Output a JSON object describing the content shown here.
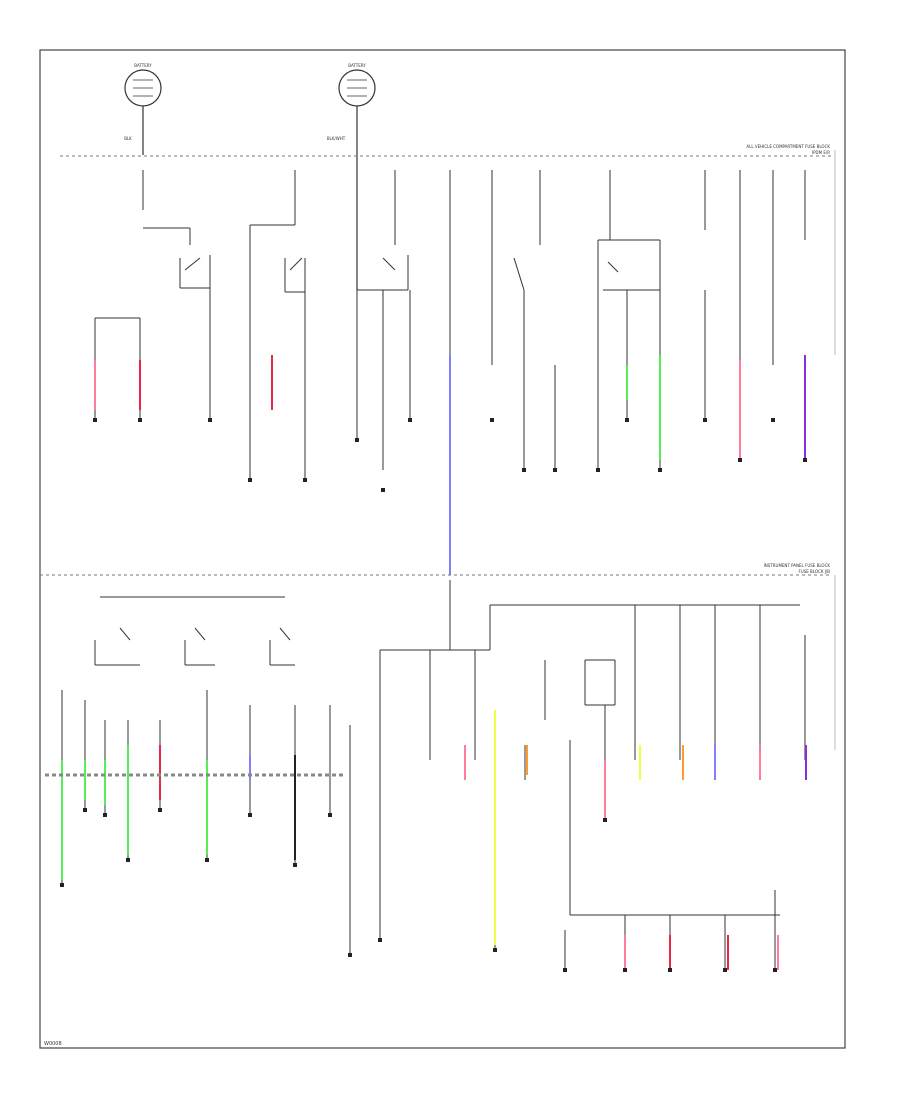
{
  "diagram": {
    "top_section_label": "ALL VEHICLE COMPARTMENT FUSE BLOCK",
    "top_section_sublabel": "IPDM E/R",
    "bottom_section_label": "INSTRUMENT PANEL FUSE BLOCK",
    "bottom_section_sublabel": "FUSE BLOCK J/B",
    "left_battery_label": "BATTERY",
    "right_battery_label": "BATTERY",
    "left_wire_label": "BLK",
    "right_wire_label": "BLK/WHT",
    "footer_code": "W0008",
    "wire_colors": {
      "pink": "#ff7f9b",
      "red": "#e8274b",
      "blue": "#8080ff",
      "green": "#55ee55",
      "purple": "#8a2be2",
      "yellow": "#f0ff44",
      "orange": "#ff9a30",
      "black": "#222222"
    }
  }
}
